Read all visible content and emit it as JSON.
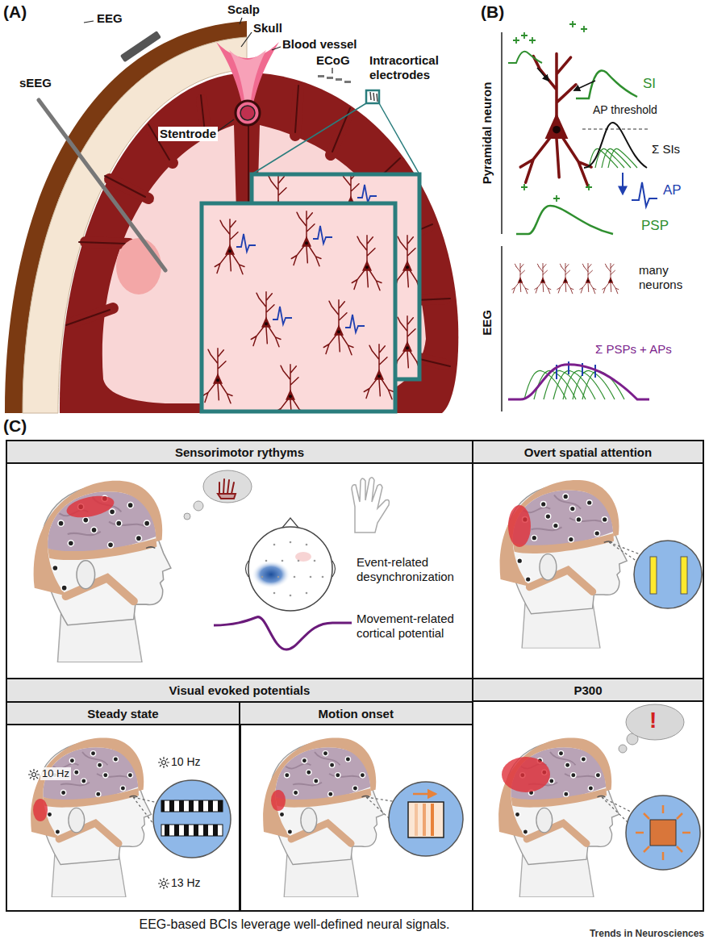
{
  "diagram": {
    "caption": "EEG-based BCIs leverage well-defined neural signals.",
    "nodes": [
      {
        "text": [
          "Sensorimotor rythyms"
        ]
      },
      {
        "text": [
          "Overt spatial attention"
        ]
      },
      {
        "text": [
          "Visual evoked potentials"
        ]
      },
      {
        "text": [
          "Steady state"
        ],
        "in": 2
      },
      {
        "text": [
          "Motion onset"
        ],
        "in": 2
      },
      {
        "text": [
          "P300"
        ]
      }
    ],
    "labels": [
      "(A)",
      "EEG",
      "Scalp",
      "Skull",
      "Blood vessel",
      "ECoG",
      "Intracortical electrodes",
      "sEEG",
      "Stentrode",
      "(B)",
      "Pyramidal neuron",
      "SI",
      "AP threshold",
      "Σ SIs",
      "AP",
      "PSP",
      "EEG",
      "many neurons",
      "Σ PSPs + APs",
      "(C)",
      "Event-related desynchronization",
      "Movement-related cortical potential",
      "10 Hz",
      "10 Hz",
      "13 Hz",
      "!",
      "Trends in Neurosciences"
    ]
  }
}
